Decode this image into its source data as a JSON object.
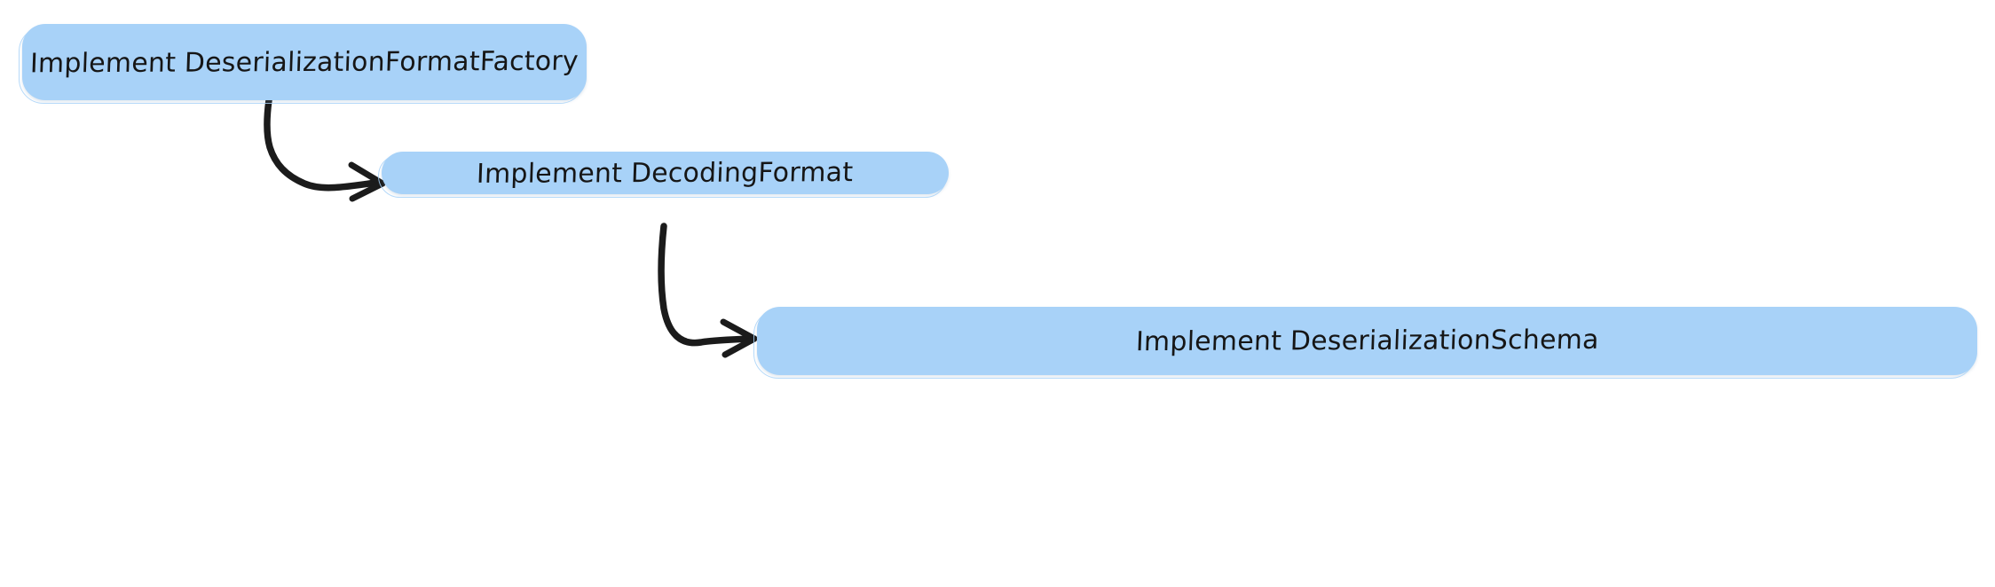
{
  "diagram": {
    "type": "flowchart",
    "direction": "top-down-staircase",
    "background_color": "#ffffff",
    "node_fill_color": "#a8d2f8",
    "node_text_color": "#161616",
    "edge_color": "#1b1b1b",
    "nodes": [
      {
        "id": "node-1",
        "label": "Implement DeserializationFormatFactory"
      },
      {
        "id": "node-2",
        "label": "Implement DecodingFormat"
      },
      {
        "id": "node-3",
        "label": "Implement DeserializationSchema"
      }
    ],
    "edges": [
      {
        "id": "edge-1",
        "from": "node-1",
        "to": "node-2",
        "arrowhead": "triangle",
        "style": "curved-hand-drawn"
      },
      {
        "id": "edge-2",
        "from": "node-2",
        "to": "node-3",
        "arrowhead": "triangle",
        "style": "curved-hand-drawn"
      }
    ]
  }
}
